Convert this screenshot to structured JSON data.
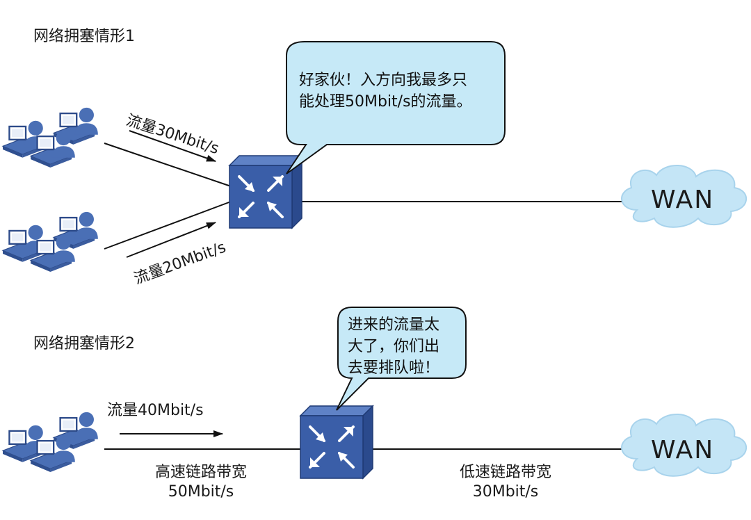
{
  "scenario1": {
    "title": "网络拥塞情形1",
    "flow_top_label": "流量30Mbit/s",
    "flow_bottom_label": "流量20Mbit/s",
    "bubble_lines": [
      "好家伙！入方向我最多只",
      "能处理50Mbit/s的流量。"
    ],
    "wan_label": "WAN"
  },
  "scenario2": {
    "title": "网络拥塞情形2",
    "flow_label": "流量40Mbit/s",
    "bubble_lines": [
      "进来的流量太",
      "大了，你们出",
      "去要排队啦！"
    ],
    "high_speed_label": "高速链路带宽",
    "high_speed_value": "50Mbit/s",
    "low_speed_label": "低速链路带宽",
    "low_speed_value": "30Mbit/s",
    "wan_label": "WAN"
  },
  "colors": {
    "router_blue": "#3a5ea8",
    "router_dark": "#2b4a8d",
    "user_blue": "#4a6fb5",
    "bubble_fill": "#c6e9f7",
    "cloud_fill": "#c4e5f6",
    "line": "#111111"
  },
  "icons": [
    "user-group-icon",
    "router-icon",
    "speech-bubble",
    "wan-cloud-icon",
    "arrow-icon"
  ]
}
